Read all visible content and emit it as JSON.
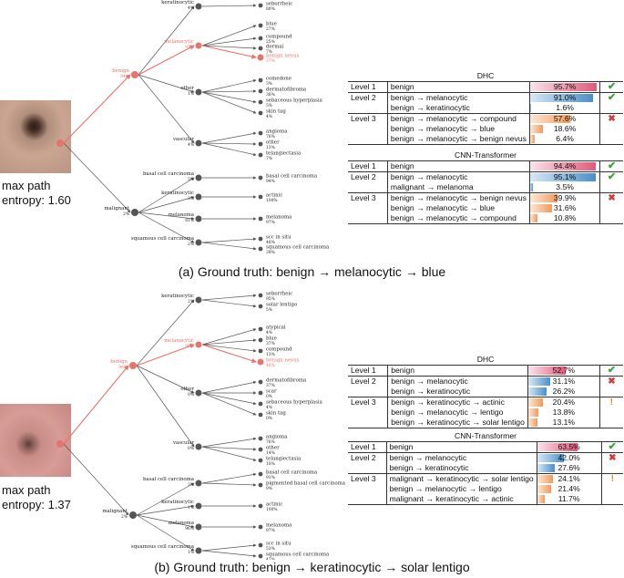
{
  "panels": [
    {
      "id": "a",
      "entropy": "max path\nentropy: 1.60",
      "caption": "(a) Ground truth: benign → melanocytic → blue",
      "root_color": "#e8726c",
      "l1": [
        {
          "name": "benign",
          "pct": "94%",
          "hl": true
        },
        {
          "name": "malignant",
          "pct": "2%",
          "hl": false
        }
      ],
      "l2": [
        {
          "name": "keratinocytic",
          "pct": "4%",
          "hl": false,
          "parent": 0
        },
        {
          "name": "melanocytic",
          "pct": "91%",
          "hl": true,
          "parent": 0
        },
        {
          "name": "other",
          "pct": "1%",
          "hl": false,
          "parent": 0
        },
        {
          "name": "vascular",
          "pct": "4%",
          "hl": false,
          "parent": 0
        },
        {
          "name": "basal cell carcinoma",
          "pct": "3%",
          "hl": false,
          "parent": 1
        },
        {
          "name": "keratinocytic",
          "pct": "3%",
          "hl": false,
          "parent": 1
        },
        {
          "name": "melanoma",
          "pct": "81%",
          "hl": false,
          "parent": 1
        },
        {
          "name": "squamous cell carcinoma",
          "pct": "2%",
          "hl": false,
          "parent": 1
        }
      ],
      "l3": [
        {
          "name": "seborrheic",
          "pct": "80%",
          "hl": false,
          "parent": 0
        },
        {
          "name": "blue",
          "pct": "27%",
          "hl": false,
          "parent": 1
        },
        {
          "name": "compound",
          "pct": "25%",
          "hl": false,
          "parent": 1
        },
        {
          "name": "dermal",
          "pct": "7%",
          "hl": false,
          "parent": 1
        },
        {
          "name": "benign nevus",
          "pct": "37%",
          "hl": true,
          "parent": 1
        },
        {
          "name": "comedone",
          "pct": "3%",
          "hl": false,
          "parent": 2
        },
        {
          "name": "dermatofibroma",
          "pct": "36%",
          "hl": false,
          "parent": 2
        },
        {
          "name": "sebaceous hyperplasia",
          "pct": "5%",
          "hl": false,
          "parent": 2
        },
        {
          "name": "skin tag",
          "pct": "4%",
          "hl": false,
          "parent": 2
        },
        {
          "name": "angioma",
          "pct": "76%",
          "hl": false,
          "parent": 3
        },
        {
          "name": "other",
          "pct": "13%",
          "hl": false,
          "parent": 3
        },
        {
          "name": "telangiectasia",
          "pct": "7%",
          "hl": false,
          "parent": 3
        },
        {
          "name": "basal cell carcinoma",
          "pct": "94%",
          "hl": false,
          "parent": 4
        },
        {
          "name": "actinic",
          "pct": "100%",
          "hl": false,
          "parent": 5
        },
        {
          "name": "melanoma",
          "pct": "97%",
          "hl": false,
          "parent": 6
        },
        {
          "name": "scc in situ",
          "pct": "48%",
          "hl": false,
          "parent": 7
        },
        {
          "name": "squamous cell carcinoma",
          "pct": "39%",
          "hl": false,
          "parent": 7
        }
      ],
      "tables": [
        {
          "title": "DHC",
          "rows": [
            {
              "level": "Level 1",
              "path": "benign",
              "value": 95.7,
              "label": "95.7%",
              "group": 1,
              "mark": "ok"
            },
            {
              "level": "Level 2",
              "path": "benign → melanocytic",
              "value": 91.0,
              "label": "91.0%",
              "group": 2,
              "mark": "ok"
            },
            {
              "level": "",
              "path": "benign → keratinocytic",
              "value": 1.6,
              "label": "1.6%",
              "group": 2,
              "mark": ""
            },
            {
              "level": "Level 3",
              "path": "benign → melanocytic → compound",
              "value": 57.6,
              "label": "57.6%",
              "group": 3,
              "mark": "bad"
            },
            {
              "level": "",
              "path": "benign → melanocytic → blue",
              "value": 18.6,
              "label": "18.6%",
              "group": 3,
              "mark": ""
            },
            {
              "level": "",
              "path": "benign → melanocytic → benign nevus",
              "value": 6.4,
              "label": "6.4%",
              "group": 3,
              "mark": ""
            }
          ]
        },
        {
          "title": "CNN-Transformer",
          "rows": [
            {
              "level": "Level 1",
              "path": "benign",
              "value": 94.4,
              "label": "94.4%",
              "group": 1,
              "mark": "ok"
            },
            {
              "level": "Level 2",
              "path": "benign → melanocytic",
              "value": 95.1,
              "label": "95.1%",
              "group": 2,
              "mark": "ok"
            },
            {
              "level": "",
              "path": "malignant → melanoma",
              "value": 3.5,
              "label": "3.5%",
              "group": 2,
              "mark": ""
            },
            {
              "level": "Level 3",
              "path": "benign → melanocytic → benign nevus",
              "value": 39.9,
              "label": "39.9%",
              "group": 3,
              "mark": "bad"
            },
            {
              "level": "",
              "path": "benign → melanocytic → blue",
              "value": 31.6,
              "label": "31.6%",
              "group": 3,
              "mark": ""
            },
            {
              "level": "",
              "path": "benign → melanocytic → compound",
              "value": 10.8,
              "label": "10.8%",
              "group": 3,
              "mark": ""
            }
          ]
        }
      ]
    },
    {
      "id": "b",
      "entropy": "max path\nentropy: 1.37",
      "caption": "(b) Ground truth:  benign → keratinocytic → solar lentigo",
      "root_color": "#e8726c",
      "l1": [
        {
          "name": "benign",
          "pct": "98%",
          "hl": true
        },
        {
          "name": "malignant",
          "pct": "2%",
          "hl": false
        }
      ],
      "l2": [
        {
          "name": "keratinocytic",
          "pct": "2%",
          "hl": false,
          "parent": 0
        },
        {
          "name": "melanocytic",
          "pct": "96%",
          "hl": true,
          "parent": 0
        },
        {
          "name": "other",
          "pct": "0%",
          "hl": false,
          "parent": 0
        },
        {
          "name": "vascular",
          "pct": "0%",
          "hl": false,
          "parent": 0
        },
        {
          "name": "basal cell carcinoma",
          "pct": "3%",
          "hl": false,
          "parent": 1
        },
        {
          "name": "keratinocytic",
          "pct": "1%",
          "hl": false,
          "parent": 1
        },
        {
          "name": "melanoma",
          "pct": "96%",
          "hl": false,
          "parent": 1
        },
        {
          "name": "squamous cell carcinoma",
          "pct": "1%",
          "hl": false,
          "parent": 1
        }
      ],
      "l3": [
        {
          "name": "seborrheic",
          "pct": "95%",
          "hl": false,
          "parent": 0
        },
        {
          "name": "solar lentigo",
          "pct": "5%",
          "hl": false,
          "parent": 0
        },
        {
          "name": "atypical",
          "pct": "4%",
          "hl": false,
          "parent": 1
        },
        {
          "name": "blue",
          "pct": "37%",
          "hl": false,
          "parent": 1
        },
        {
          "name": "compound",
          "pct": "13%",
          "hl": false,
          "parent": 1
        },
        {
          "name": "benign nevus",
          "pct": "46%",
          "hl": true,
          "parent": 1
        },
        {
          "name": "dermatofibroma",
          "pct": "37%",
          "hl": false,
          "parent": 2
        },
        {
          "name": "scar",
          "pct": "0%",
          "hl": false,
          "parent": 2
        },
        {
          "name": "sebaceous hyperplasia",
          "pct": "4%",
          "hl": false,
          "parent": 2
        },
        {
          "name": "skin tag",
          "pct": "0%",
          "hl": false,
          "parent": 2
        },
        {
          "name": "angioma",
          "pct": "76%",
          "hl": false,
          "parent": 3
        },
        {
          "name": "other",
          "pct": "14%",
          "hl": false,
          "parent": 3
        },
        {
          "name": "telangiectasia",
          "pct": "10%",
          "hl": false,
          "parent": 3
        },
        {
          "name": "basal cell carcinoma",
          "pct": "91%",
          "hl": false,
          "parent": 4
        },
        {
          "name": "pigmented basal cell carcinoma",
          "pct": "9%",
          "hl": false,
          "parent": 4
        },
        {
          "name": "actinic",
          "pct": "100%",
          "hl": false,
          "parent": 5
        },
        {
          "name": "melanoma",
          "pct": "97%",
          "hl": false,
          "parent": 6
        },
        {
          "name": "scc in situ",
          "pct": "53%",
          "hl": false,
          "parent": 7
        },
        {
          "name": "squamous cell carcinoma",
          "pct": "47%",
          "hl": false,
          "parent": 7
        }
      ],
      "tables": [
        {
          "title": "DHC",
          "rows": [
            {
              "level": "Level 1",
              "path": "benign",
              "value": 52.7,
              "label": "52.7%",
              "group": 1,
              "mark": "ok"
            },
            {
              "level": "Level 2",
              "path": "benign → melanocytic",
              "value": 31.1,
              "label": "31.1%",
              "group": 2,
              "mark": "bad"
            },
            {
              "level": "",
              "path": "benign → keratinocytic",
              "value": 26.2,
              "label": "26.2%",
              "group": 2,
              "mark": ""
            },
            {
              "level": "Level 3",
              "path": "benign → keratinocytic → actinic",
              "value": 20.4,
              "label": "20.4%",
              "group": 3,
              "mark": "warn"
            },
            {
              "level": "",
              "path": "benign → melanocytic → lentigo",
              "value": 13.8,
              "label": "13.8%",
              "group": 3,
              "mark": ""
            },
            {
              "level": "",
              "path": "benign → keratinocytic → solar lentigo",
              "value": 13.1,
              "label": "13.1%",
              "group": 3,
              "mark": ""
            }
          ]
        },
        {
          "title": "CNN-Transformer",
          "rows": [
            {
              "level": "Level 1",
              "path": "benign",
              "value": 63.5,
              "label": "63.5%",
              "group": 1,
              "mark": "ok"
            },
            {
              "level": "Level 2",
              "path": "benign → melanocytic",
              "value": 42.0,
              "label": "42.0%",
              "group": 2,
              "mark": "bad"
            },
            {
              "level": "",
              "path": "benign → keratinocytic",
              "value": 27.6,
              "label": "27.6%",
              "group": 2,
              "mark": ""
            },
            {
              "level": "Level 3",
              "path": "malignant → keratinocytic → solar lentigo",
              "value": 24.1,
              "label": "24.1%",
              "group": 3,
              "mark": "warn"
            },
            {
              "level": "",
              "path": "benign → melanocytic → lentigo",
              "value": 21.4,
              "label": "21.4%",
              "group": 3,
              "mark": ""
            },
            {
              "level": "",
              "path": "malignant → keratinocytic → actinic",
              "value": 11.7,
              "label": "11.7%",
              "group": 3,
              "mark": ""
            }
          ]
        }
      ]
    }
  ],
  "colors": {
    "highlight": "#e8726c",
    "node": "#555555",
    "edge": "#555555"
  },
  "marks": {
    "ok": "✔",
    "bad": "✖",
    "warn": "!"
  }
}
